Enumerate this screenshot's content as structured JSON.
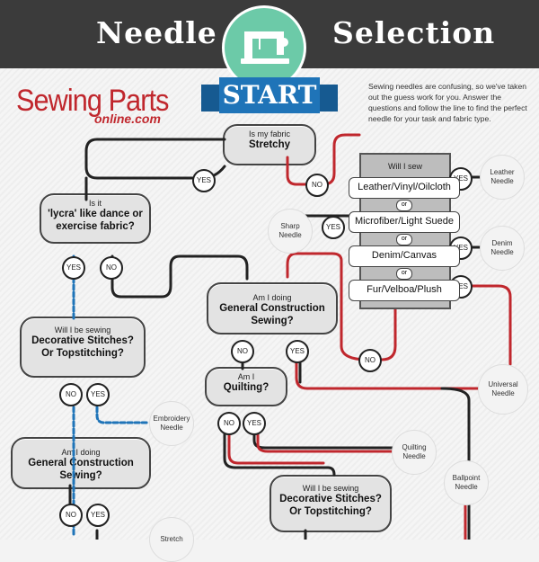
{
  "header": {
    "title_left": "Needle",
    "title_right": "Selection",
    "start": "START"
  },
  "logo": {
    "main": "Sewing Parts",
    "sub": "online.com"
  },
  "intro": "Sewing needles are confusing, so we've taken out the guess work for you.  Answer the questions and follow the line to find the perfect needle for your task and fabric type.",
  "colors": {
    "red": "#c0272d",
    "blue": "#1f74b8",
    "teal": "#6ccaa8",
    "dark": "#3b3b3b"
  },
  "nodes": {
    "stretchy": {
      "small": "Is my fabric",
      "bold": "Stretchy"
    },
    "lycra": {
      "small": "Is it",
      "bold1": "'lycra' like dance or",
      "bold2": "exercise fabric?"
    },
    "sew_panel": {
      "title": "Will I sew"
    },
    "general1": {
      "small": "Am I doing",
      "bold": "General Construction Sewing?"
    },
    "decorative1": {
      "small": "Will I be sewing",
      "bold1": "Decorative Stitches?",
      "bold2": "Or Topstitching?"
    },
    "quilting": {
      "small": "Am I",
      "bold": "Quilting?"
    },
    "general2": {
      "small": "Am I doing",
      "bold": "General Construction Sewing?"
    },
    "decorative2": {
      "small": "Will I be sewing",
      "bold1": "Decorative Stitches?",
      "bold2": "Or Topstitching?"
    }
  },
  "options": [
    "Leather/Vinyl/Oilcloth",
    "Microfiber/Light Suede",
    "Denim/Canvas",
    "Fur/Velboa/Plush"
  ],
  "or_label": "or",
  "answers": {
    "yes": "YES",
    "no": "NO"
  },
  "needles": {
    "leather": "Leather Needle",
    "sharp": "Sharp Needle",
    "denim": "Denim Needle",
    "universal": "Universal Needle",
    "embroidery": "Embroidery Needle",
    "quilting": "Quilting Needle",
    "ballpoint": "Ballpoint Needle",
    "stretch": "Stretch"
  }
}
